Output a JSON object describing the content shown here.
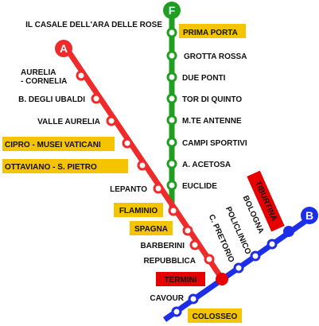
{
  "colors": {
    "line_a": "#ee2a2a",
    "line_b": "#1c2ee8",
    "line_f": "#1f9e1f",
    "highlight": "#f5c400",
    "interchange": "#e60000",
    "text": "#111111"
  },
  "lines": {
    "a": {
      "badge": "A"
    },
    "b": {
      "badge": "B"
    },
    "f": {
      "badge": "F"
    }
  },
  "stations": {
    "casale": "IL CASALE DELL'ARA DELLE ROSE",
    "prima_porta": "PRIMA PORTA",
    "grotta_rossa": "GROTTA ROSSA",
    "due_ponti": "DUE PONTI",
    "tor_di_quinto": "TOR DI QUINTO",
    "mte_antenne": "M.TE ANTENNE",
    "campi_sportivi": "CAMPI SPORTIVI",
    "acetosa": "A. ACETOSA",
    "euclide": "EUCLIDE",
    "aurelia_1": "AURELIA",
    "aurelia_2": "- CORNELIA",
    "ubaldi": "B. DEGLI UBALDI",
    "valle_aurelia": "VALLE AURELIA",
    "cipro": "CIPRO - MUSEI VATICANI",
    "ottaviano": "OTTAVIANO - S. PIETRO",
    "lepanto": "LEPANTO",
    "flaminio": "FLAMINIO",
    "spagna": "SPAGNA",
    "barberini": "BARBERINI",
    "repubblica": "REPUBBLICA",
    "termini": "TERMINI",
    "cavour": "CAVOUR",
    "colosseo": "COLOSSEO",
    "tiburtina": "TIBURTINA",
    "bologna": "BOLOGNA",
    "policlinico": "POLICLINICO",
    "pretorio": "C. PRETORIO"
  }
}
